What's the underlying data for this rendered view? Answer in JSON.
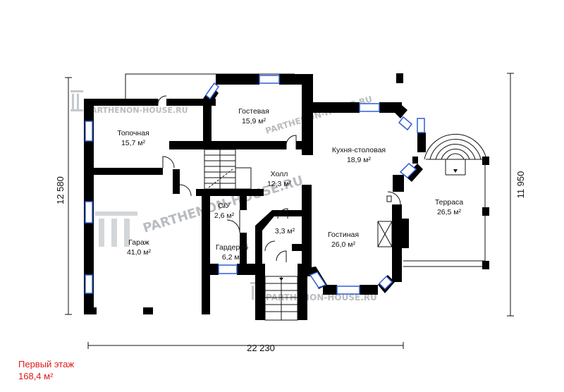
{
  "rooms": [
    {
      "key": "topochnaya",
      "name": "Топочная",
      "area": "15,7 м²"
    },
    {
      "key": "gostevaya",
      "name": "Гостевая",
      "area": "15,9 м²"
    },
    {
      "key": "kukhnya",
      "name": "Кухня-столовая",
      "area": "18,9 м²"
    },
    {
      "key": "kholl",
      "name": "Холл",
      "area": "12,3 м²"
    },
    {
      "key": "terrasa",
      "name": "Терраса",
      "area": "26,5 м²"
    },
    {
      "key": "su",
      "name": "С/У",
      "area": "2,6 м²"
    },
    {
      "key": "small",
      "name": "",
      "area": "3,3 м²"
    },
    {
      "key": "garazh",
      "name": "Гараж",
      "area": "41,0 м²"
    },
    {
      "key": "gostinaya",
      "name": "Гостиная",
      "area": "26,0 м²"
    },
    {
      "key": "garderob",
      "name": "Гардероб",
      "area": "6,2 м²"
    }
  ],
  "dimensions": {
    "left": "12 580",
    "right": "11 950",
    "bottom": "22 230"
  },
  "watermark": "PARTHENON-HOUSE.RU",
  "floor": {
    "name": "Первый этаж",
    "area": "168,4 м²"
  },
  "colors": {
    "wall": "#000000",
    "window": "#2f5fd6",
    "caption": "#e01919",
    "watermark": "#b9bcc0"
  }
}
